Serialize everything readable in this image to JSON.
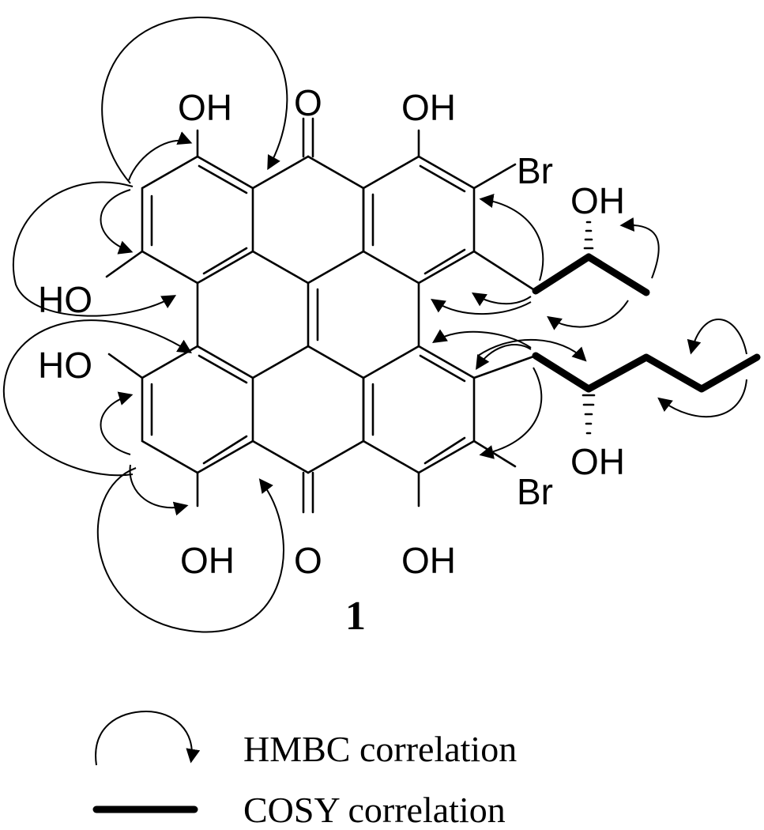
{
  "atom_labels": {
    "oh_top_left": "OH",
    "o_top": "O",
    "oh_top_right": "OH",
    "br_top": "Br",
    "oh_side_top": "OH",
    "ho_left_upper": "HO",
    "ho_left_lower": "HO",
    "oh_side_bottom": "OH",
    "br_bottom": "Br",
    "oh_bottom_left": "OH",
    "o_bottom": "O",
    "oh_bottom_right": "OH"
  },
  "compound_number": "1",
  "legend": {
    "hmbc_label": "HMBC correlation",
    "cosy_label": "COSY correlation"
  }
}
